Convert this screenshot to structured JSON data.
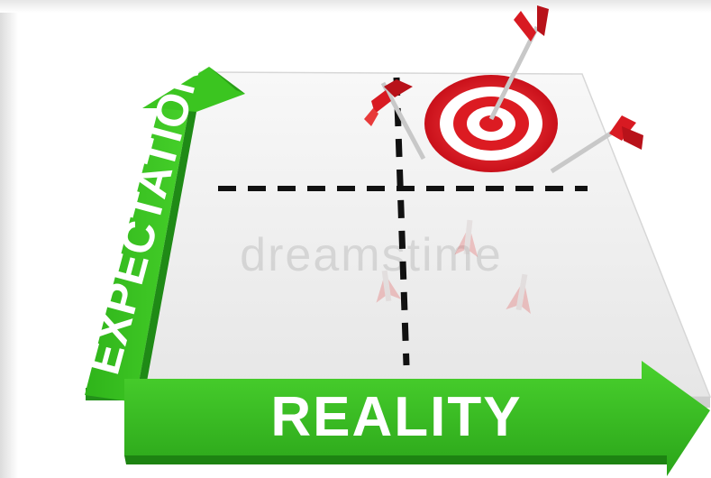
{
  "labels": {
    "y_axis": "EXPECTATIONS",
    "x_axis": "REALITY"
  },
  "watermark": "dreamstime",
  "icons": [
    "target-icon",
    "arrow-icon"
  ],
  "colors": {
    "arrow_green": "#39c41f",
    "arrow_green_dark": "#23901a",
    "plane": "#f1f1f1",
    "target_red": "#d8151c",
    "dash": "#111111"
  }
}
